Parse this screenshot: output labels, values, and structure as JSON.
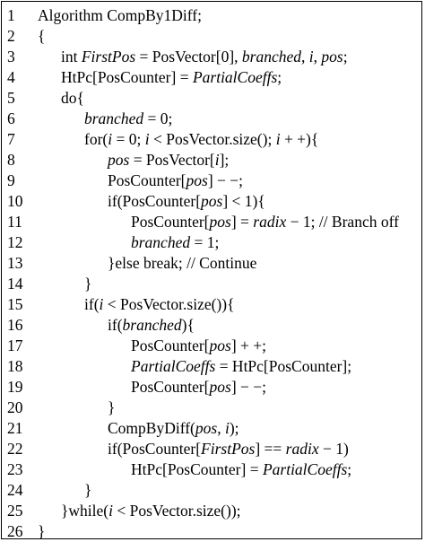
{
  "listing": {
    "lines": [
      {
        "n": "1",
        "segments": [
          {
            "t": "Algorithm CompBy1Diff;",
            "i": false
          }
        ]
      },
      {
        "n": "2",
        "segments": [
          {
            "t": "{",
            "i": false
          }
        ]
      },
      {
        "n": "3",
        "segments": [
          {
            "t": "int ",
            "i": false
          },
          {
            "t": "FirstPos",
            "i": true
          },
          {
            "t": " = PosVector[0], ",
            "i": false
          },
          {
            "t": "branched",
            "i": true
          },
          {
            "t": ", ",
            "i": false
          },
          {
            "t": "i",
            "i": true
          },
          {
            "t": ", ",
            "i": false
          },
          {
            "t": "pos",
            "i": true
          },
          {
            "t": ";",
            "i": false
          }
        ]
      },
      {
        "n": "4",
        "segments": [
          {
            "t": "HtPc[PosCounter] = ",
            "i": false
          },
          {
            "t": "PartialCoeffs",
            "i": true
          },
          {
            "t": ";",
            "i": false
          }
        ]
      },
      {
        "n": "5",
        "segments": [
          {
            "t": "do{",
            "i": false
          }
        ]
      },
      {
        "n": "6",
        "segments": [
          {
            "t": "branched",
            "i": true
          },
          {
            "t": " = 0;",
            "i": false
          }
        ]
      },
      {
        "n": "7",
        "segments": [
          {
            "t": "for(",
            "i": false
          },
          {
            "t": "i",
            "i": true
          },
          {
            "t": " = 0; ",
            "i": false
          },
          {
            "t": "i",
            "i": true
          },
          {
            "t": " < PosVector.size(); ",
            "i": false
          },
          {
            "t": "i",
            "i": true
          },
          {
            "t": " + +){",
            "i": false
          }
        ]
      },
      {
        "n": "8",
        "segments": [
          {
            "t": "pos",
            "i": true
          },
          {
            "t": " = PosVector[",
            "i": false
          },
          {
            "t": "i",
            "i": true
          },
          {
            "t": "];",
            "i": false
          }
        ]
      },
      {
        "n": "9",
        "segments": [
          {
            "t": "PosCounter[",
            "i": false
          },
          {
            "t": "pos",
            "i": true
          },
          {
            "t": "] − −;",
            "i": false
          }
        ]
      },
      {
        "n": "10",
        "segments": [
          {
            "t": "if(PosCounter[",
            "i": false
          },
          {
            "t": "pos",
            "i": true
          },
          {
            "t": "] < 1){",
            "i": false
          }
        ]
      },
      {
        "n": "11",
        "segments": [
          {
            "t": "PosCounter[",
            "i": false
          },
          {
            "t": "pos",
            "i": true
          },
          {
            "t": "] = ",
            "i": false
          },
          {
            "t": "radix",
            "i": true
          },
          {
            "t": " − 1; // Branch off",
            "i": false
          }
        ]
      },
      {
        "n": "12",
        "segments": [
          {
            "t": "branched",
            "i": true
          },
          {
            "t": " = 1;",
            "i": false
          }
        ]
      },
      {
        "n": "13",
        "segments": [
          {
            "t": "}else break; // Continue",
            "i": false
          }
        ]
      },
      {
        "n": "14",
        "segments": [
          {
            "t": "}",
            "i": false
          }
        ]
      },
      {
        "n": "15",
        "segments": [
          {
            "t": "if(",
            "i": false
          },
          {
            "t": "i",
            "i": true
          },
          {
            "t": " < PosVector.size()){",
            "i": false
          }
        ]
      },
      {
        "n": "16",
        "segments": [
          {
            "t": "if(",
            "i": false
          },
          {
            "t": "branched",
            "i": true
          },
          {
            "t": "){",
            "i": false
          }
        ]
      },
      {
        "n": "17",
        "segments": [
          {
            "t": "PosCounter[",
            "i": false
          },
          {
            "t": "pos",
            "i": true
          },
          {
            "t": "] + +;",
            "i": false
          }
        ]
      },
      {
        "n": "18",
        "segments": [
          {
            "t": "PartialCoeffs",
            "i": true
          },
          {
            "t": " = HtPc[PosCounter];",
            "i": false
          }
        ]
      },
      {
        "n": "19",
        "segments": [
          {
            "t": "PosCounter[",
            "i": false
          },
          {
            "t": "pos",
            "i": true
          },
          {
            "t": "] − −;",
            "i": false
          }
        ]
      },
      {
        "n": "20",
        "segments": [
          {
            "t": "}",
            "i": false
          }
        ]
      },
      {
        "n": "21",
        "segments": [
          {
            "t": "CompByDiff(",
            "i": false
          },
          {
            "t": "pos",
            "i": true
          },
          {
            "t": ", ",
            "i": false
          },
          {
            "t": "i",
            "i": true
          },
          {
            "t": ");",
            "i": false
          }
        ]
      },
      {
        "n": "22",
        "segments": [
          {
            "t": "if(PosCounter[",
            "i": false
          },
          {
            "t": "FirstPos",
            "i": true
          },
          {
            "t": "] == ",
            "i": false
          },
          {
            "t": "radix",
            "i": true
          },
          {
            "t": " − 1)",
            "i": false
          }
        ]
      },
      {
        "n": "23",
        "segments": [
          {
            "t": "HtPc[PosCounter] = ",
            "i": false
          },
          {
            "t": "PartialCoeffs",
            "i": true
          },
          {
            "t": ";",
            "i": false
          }
        ]
      },
      {
        "n": "24",
        "segments": [
          {
            "t": "}",
            "i": false
          }
        ]
      },
      {
        "n": "25",
        "segments": [
          {
            "t": "}while(",
            "i": false
          },
          {
            "t": "i",
            "i": true
          },
          {
            "t": " < PosVector.size());",
            "i": false
          }
        ]
      },
      {
        "n": "26",
        "segments": [
          {
            "t": "}",
            "i": false
          }
        ]
      }
    ]
  }
}
